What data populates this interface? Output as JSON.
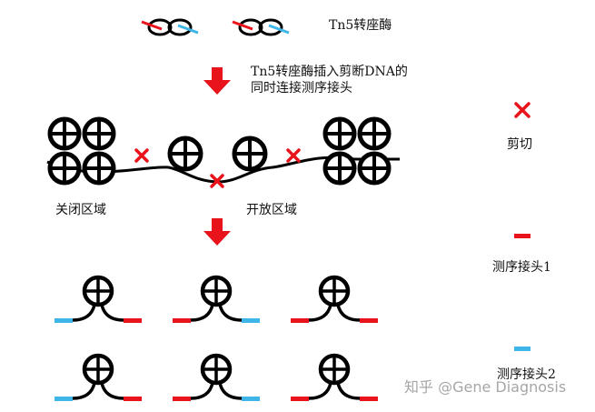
{
  "labels": {
    "tn5": "Tn5转座酶",
    "step_line1": "Tn5转座酶插入剪断DNA的",
    "step_line2": "同时连接测序接头",
    "closed_region": "关闭区域",
    "open_region": "开放区域"
  },
  "legend": {
    "cut": "剪切",
    "adapter1": "测序接头1",
    "adapter2": "测序接头2"
  },
  "watermark": "知乎 @Gene Diagnosis",
  "colors": {
    "red": "#e8131b",
    "blue": "#3fb6e8",
    "black": "#000000",
    "arrow": "#e8131b"
  },
  "fragments": [
    [
      "blue",
      "red"
    ],
    [
      "red",
      "blue"
    ],
    [
      "red",
      "red"
    ],
    [
      "blue",
      "red"
    ],
    [
      "red",
      "blue"
    ],
    [
      "red",
      "red"
    ]
  ]
}
